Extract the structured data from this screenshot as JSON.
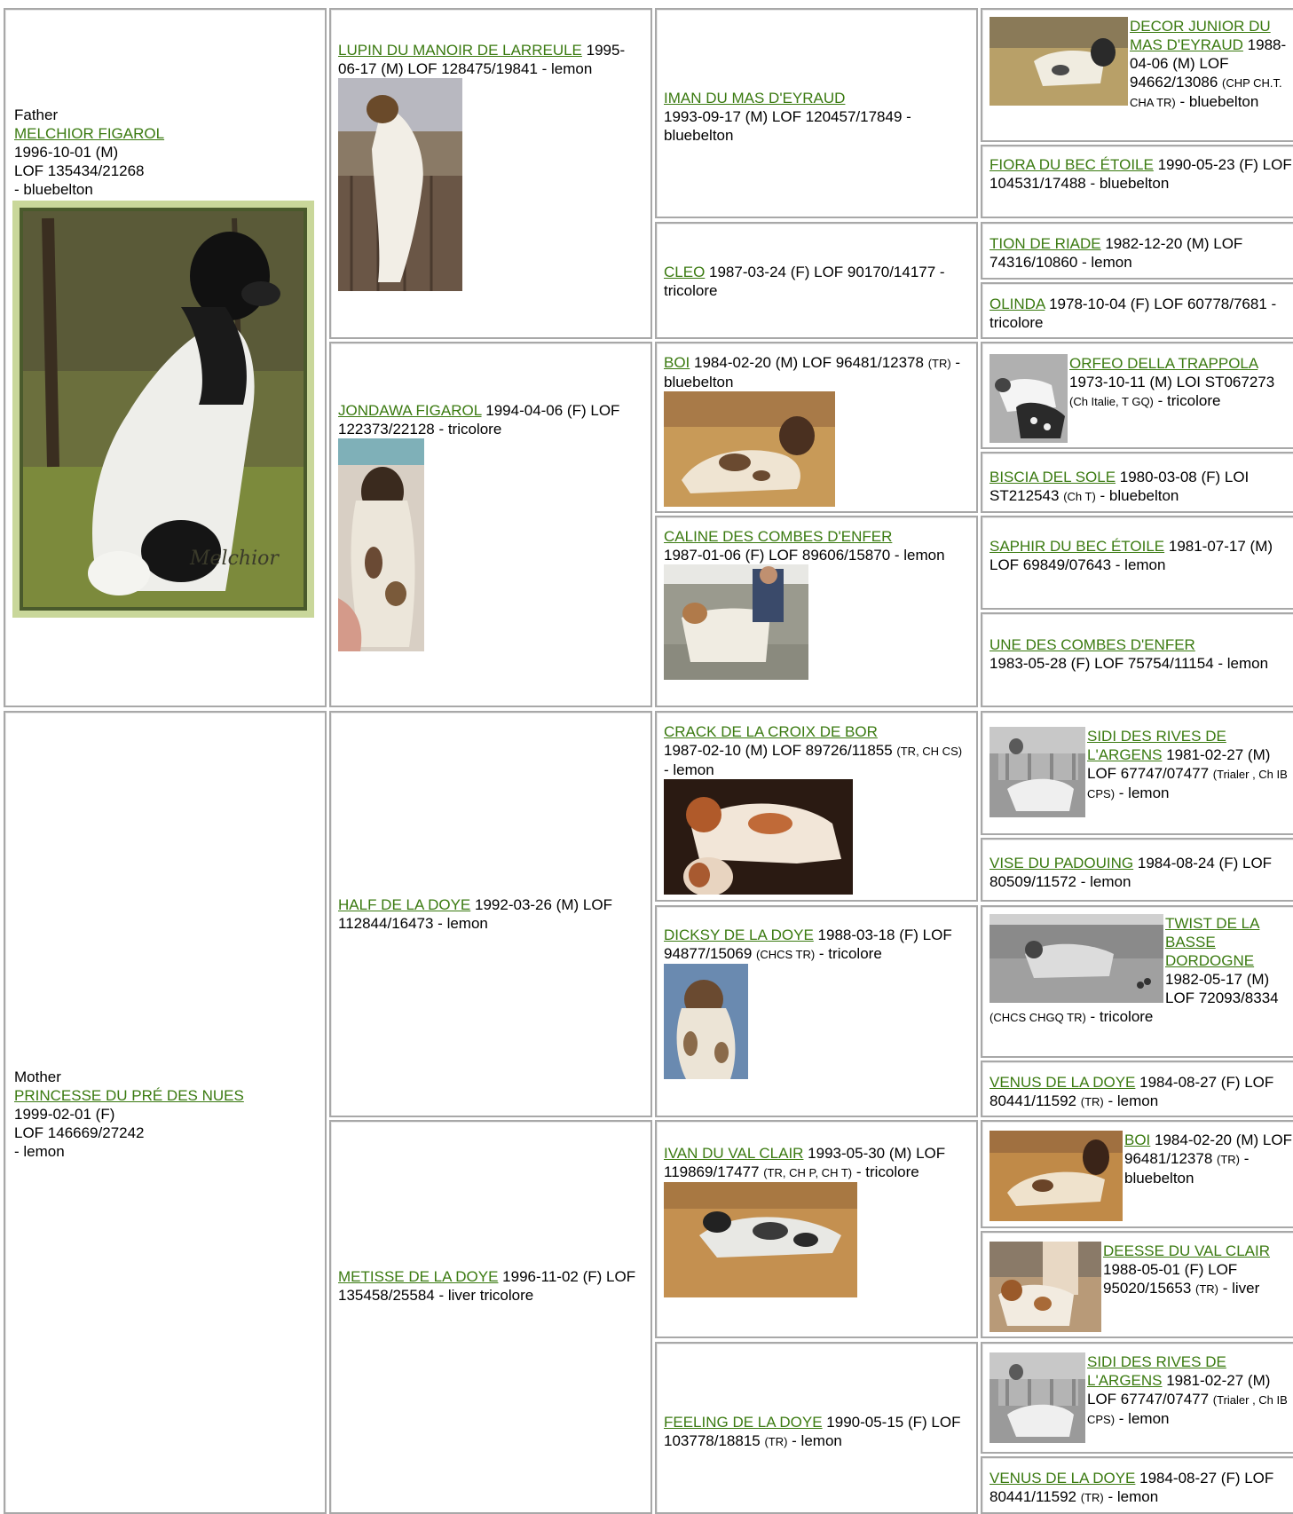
{
  "g1": [
    {
      "role": "Father",
      "name": "MELCHIOR FIGAROL",
      "lines": [
        "1996-10-01 (M)",
        "LOF 135434/21268",
        "- bluebelton"
      ]
    },
    {
      "role": "Mother",
      "name": "PRINCESSE DU PRÉ DES NUES",
      "lines": [
        "1999-02-01 (F)",
        "LOF 146669/27242",
        "- lemon"
      ]
    }
  ],
  "g2": [
    {
      "name": "LUPIN DU MANOIR DE LARREULE",
      "info": "1995-06-17 (M) LOF 128475/19841 - lemon"
    },
    {
      "name": "JONDAWA FIGAROL",
      "info": " 1994-04-06 (F) LOF 122373/22128 - tricolore"
    },
    {
      "name": "HALF DE LA DOYE",
      "info": " 1992-03-26 (M) LOF 112844/16473 - lemon"
    },
    {
      "name": "METISSE DE LA DOYE",
      "info": " 1996-11-02 (F) LOF 135458/25584 - liver tricolore"
    }
  ],
  "g3": [
    {
      "name": "IMAN DU MAS D'EYRAUD",
      "info": "1993-09-17 (M) LOF 120457/17849 - bluebelton"
    },
    {
      "name": "CLEO",
      "info": " 1987-03-24 (F) LOF 90170/14177 - tricolore"
    },
    {
      "name": "BOI",
      "info": " 1984-02-20 (M) LOF 96481/12378 ",
      "small": "(TR)",
      "tail": " - bluebelton"
    },
    {
      "name": "CALINE DES COMBES D'ENFER",
      "info": "1987-01-06 (F) LOF 89606/15870 - lemon"
    },
    {
      "name": "CRACK DE LA CROIX DE BOR",
      "info": "1987-02-10 (M) LOF 89726/11855 ",
      "small": "(TR, CH CS)",
      "tail": " - lemon"
    },
    {
      "name": "DICKSY DE LA DOYE",
      "info": " 1988-03-18 (F) LOF 94877/15069 ",
      "small": "(CHCS TR)",
      "tail": " - tricolore"
    },
    {
      "name": "IVAN DU VAL CLAIR",
      "info": " 1993-05-30 (M) LOF 119869/17477 ",
      "small": "(TR, CH P, CH T)",
      "tail": " - tricolore"
    },
    {
      "name": "FEELING DE LA DOYE",
      "info": " 1990-05-15 (F) LOF 103778/18815 ",
      "small": "(TR)",
      "tail": " - lemon"
    }
  ],
  "g4": [
    {
      "name": "DECOR JUNIOR DU MAS D'EYRAUD",
      "info": "1988-04-06 (M) LOF 94662/13086 ",
      "small": "(CHP CH.T. CHA TR)",
      "tail": " - bluebelton"
    },
    {
      "name": "FIORA DU BEC ÉTOILE",
      "info": " 1990-05-23 (F) LOF 104531/17488 - bluebelton"
    },
    {
      "name": "TION DE RIADE",
      "info": " 1982-12-20 (M) LOF 74316/10860 - lemon"
    },
    {
      "name": "OLINDA",
      "info": " 1978-10-04 (F) LOF 60778/7681 - tricolore"
    },
    {
      "name": "ORFEO DELLA TRAPPOLA",
      "info": "1973-10-11 (M) LOI ST067273 ",
      "small": "(Ch Italie, T GQ)",
      "tail": " - tricolore"
    },
    {
      "name": "BISCIA DEL SOLE",
      "info": " 1980-03-08 (F) LOI ST212543 ",
      "small": "(Ch T)",
      "tail": " - bluebelton"
    },
    {
      "name": "SAPHIR DU BEC ÉTOILE",
      "info": " 1981-07-17 (M) LOF 69849/07643 - lemon"
    },
    {
      "name": "UNE DES COMBES D'ENFER",
      "info": "1983-05-28 (F) LOF 75754/11154 - lemon"
    },
    {
      "name": "SIDI DES RIVES DE L'ARGENS",
      "info": " 1981-02-27 (M) LOF 67747/07477 ",
      "small": "(Trialer , Ch IB CPS)",
      "tail": " - lemon"
    },
    {
      "name": "VISE DU PADOUING",
      "info": " 1984-08-24 (F) LOF 80509/11572 - lemon"
    },
    {
      "name": "TWIST DE LA BASSE DORDOGNE",
      "info": "1982-05-17 (M) LOF 72093/8334 ",
      "small": "(CHCS CHGQ TR)",
      "tail": " - tricolore"
    },
    {
      "name": "VENUS DE LA DOYE",
      "info": " 1984-08-27 (F) LOF 80441/11592 ",
      "small": "(TR)",
      "tail": " - lemon"
    },
    {
      "name": "BOI",
      "info": " 1984-02-20 (M) LOF 96481/12378 ",
      "small": "(TR)",
      "tail": " - bluebelton"
    },
    {
      "name": "DEESSE DU VAL CLAIR",
      "info": " 1988-05-01 (F) LOF 95020/15653 ",
      "small": "(TR)",
      "tail": " - liver"
    },
    {
      "name": "SIDI DES RIVES DE L'ARGENS",
      "info": " 1981-02-27 (M) LOF 67747/07477 ",
      "small": "(Trialer , Ch IB CPS)",
      "tail": " - lemon"
    },
    {
      "name": "VENUS DE LA DOYE",
      "info": " 1984-08-27 (F) LOF 80441/11592 ",
      "small": "(TR)",
      "tail": " - lemon"
    }
  ],
  "photo_signature": "Melchior"
}
